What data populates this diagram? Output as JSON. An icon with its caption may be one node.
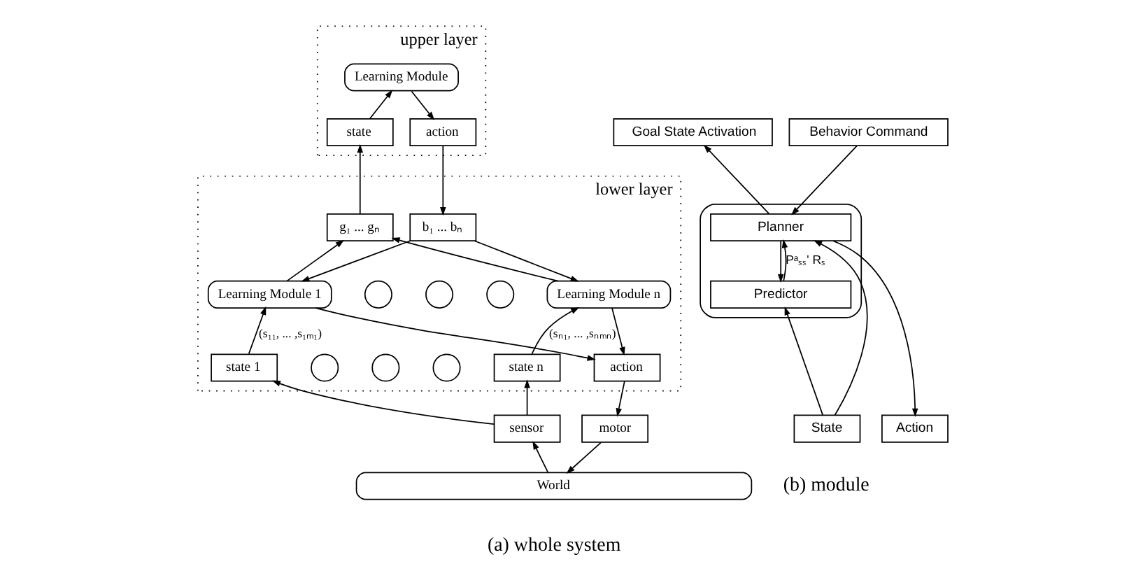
{
  "diagram": {
    "nodes": [
      {
        "text": [
          "upper layer"
        ]
      },
      {
        "text": [
          "Learning Module"
        ],
        "in": 0
      },
      {
        "text": [
          "state"
        ],
        "in": 0
      },
      {
        "text": [
          "action"
        ],
        "in": 0
      },
      {
        "text": [
          "lower layer"
        ]
      },
      {
        "text": [
          "g₁ ... gₙ"
        ],
        "in": 4
      },
      {
        "text": [
          "b₁ ... bₙ"
        ],
        "in": 4
      },
      {
        "text": [
          "Learning Module 1"
        ],
        "in": 4
      },
      {
        "text": [],
        "shape": "circle",
        "in": 4
      },
      {
        "text": [],
        "shape": "circle",
        "in": 4
      },
      {
        "text": [],
        "shape": "circle",
        "in": 4
      },
      {
        "text": [
          "Learning Module n"
        ],
        "in": 4
      },
      {
        "text": [
          "state 1"
        ],
        "in": 4
      },
      {
        "text": [],
        "shape": "circle",
        "in": 4
      },
      {
        "text": [],
        "shape": "circle",
        "in": 4
      },
      {
        "text": [],
        "shape": "circle",
        "in": 4
      },
      {
        "text": [
          "state n"
        ],
        "in": 4
      },
      {
        "text": [
          "action"
        ],
        "in": 4
      },
      {
        "text": [
          "sensor"
        ]
      },
      {
        "text": [
          "motor"
        ]
      },
      {
        "text": [
          "World"
        ]
      },
      {
        "text": [],
        "shape": "box"
      },
      {
        "text": [
          "Goal State Activation"
        ]
      },
      {
        "text": [
          "Behavior Command"
        ]
      },
      {
        "text": [
          "Planner"
        ],
        "in": 21
      },
      {
        "text": [
          "Predictor"
        ],
        "in": 21
      },
      {
        "text": [
          "State"
        ]
      },
      {
        "text": [
          "Action"
        ]
      }
    ],
    "edges": [
      {
        "from": 2,
        "to": 1,
        "arrow": "to"
      },
      {
        "from": 1,
        "to": 3,
        "arrow": "to"
      },
      {
        "from": 5,
        "to": 2,
        "arrow": "to"
      },
      {
        "from": 3,
        "to": 6,
        "arrow": "to"
      },
      {
        "from": 7,
        "to": 5,
        "arrow": "to"
      },
      {
        "from": 11,
        "to": 5,
        "arrow": "to"
      },
      {
        "from": 6,
        "to": 7,
        "arrow": "to"
      },
      {
        "from": 6,
        "to": 11,
        "arrow": "to"
      },
      {
        "from": 12,
        "to": 7,
        "arrow": "to",
        "label": "(s₁₁, ... ,s₁ₘ₁)"
      },
      {
        "from": 16,
        "to": 11,
        "arrow": "to",
        "label": "(sₙ₁, ... ,sₙₘₙ)"
      },
      {
        "from": 7,
        "to": 17,
        "arrow": "to"
      },
      {
        "from": 11,
        "to": 17,
        "arrow": "to"
      },
      {
        "from": 18,
        "to": 12,
        "arrow": "to"
      },
      {
        "from": 18,
        "to": 16,
        "arrow": "to"
      },
      {
        "from": 17,
        "to": 19,
        "arrow": "to"
      },
      {
        "from": 19,
        "to": 20,
        "arrow": "to"
      },
      {
        "from": 20,
        "to": 18,
        "arrow": "to"
      },
      {
        "from": 24,
        "to": 22,
        "arrow": "to"
      },
      {
        "from": 23,
        "to": 24,
        "arrow": "to"
      },
      {
        "from": 26,
        "to": 24,
        "arrow": "to"
      },
      {
        "from": 26,
        "to": 25,
        "arrow": "to"
      },
      {
        "from": 25,
        "to": 24,
        "arrow": "to",
        "label": "Pᵃₛₛ' Rₛ"
      },
      {
        "from": 24,
        "to": 25,
        "arrow": "to"
      },
      {
        "from": 24,
        "to": 27,
        "arrow": "to"
      }
    ],
    "labels": [
      "(a) whole system",
      "(b) module"
    ]
  }
}
